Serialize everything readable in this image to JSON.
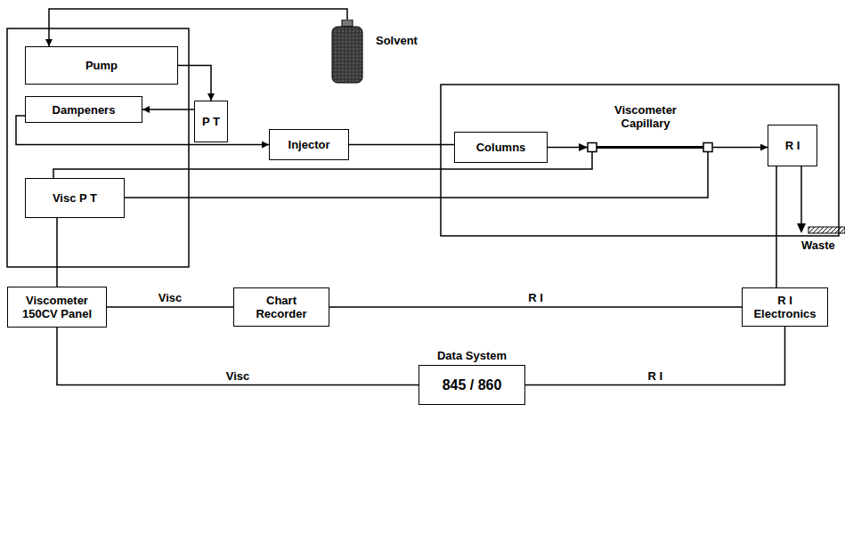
{
  "diagram": {
    "nodes": [
      {
        "text": [
          "Pump"
        ]
      },
      {
        "text": [
          "Dampeners"
        ]
      },
      {
        "text": [
          "Visc P T"
        ]
      },
      {
        "text": [
          "P T"
        ]
      },
      {
        "text": [
          "Solvent"
        ]
      },
      {
        "text": [
          "Injector"
        ]
      },
      {
        "text": [
          "Columns"
        ]
      },
      {
        "text": [
          "R I"
        ]
      },
      {
        "text": [
          "Viscometer 150CV Panel"
        ]
      },
      {
        "text": [
          "Chart Recorder"
        ]
      },
      {
        "text": [
          "R I Electronics"
        ]
      },
      {
        "text": [
          "Data System",
          "845 / 860"
        ]
      }
    ],
    "edges": [
      {
        "from": 4,
        "to": 0,
        "arrow": "to"
      },
      {
        "from": 0,
        "to": 3,
        "arrow": "to"
      },
      {
        "from": 3,
        "to": 1,
        "arrow": "to"
      },
      {
        "from": 1,
        "to": 5,
        "arrow": "to"
      },
      {
        "from": 5,
        "to": 6,
        "arrow": "none"
      },
      {
        "from": 6,
        "to": 7,
        "arrow": "to"
      },
      {
        "from": 2,
        "to": 8,
        "arrow": "none"
      },
      {
        "from": 8,
        "to": 9,
        "label": "Visc",
        "arrow": "none"
      },
      {
        "from": 10,
        "to": 9,
        "label": "R I",
        "arrow": "none"
      },
      {
        "from": 7,
        "to": 10,
        "arrow": "none"
      },
      {
        "from": 8,
        "to": 11,
        "label": "Visc",
        "arrow": "none"
      },
      {
        "from": 10,
        "to": 11,
        "label": "R I",
        "arrow": "none"
      }
    ],
    "labels": [
      "Viscometer Capillary",
      "Waste"
    ]
  }
}
